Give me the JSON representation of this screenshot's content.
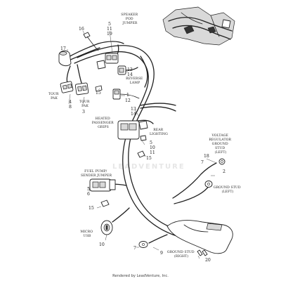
{
  "labels": {
    "speaker_pod_jumper": [
      "SPEAKER",
      "POD",
      "JUMPER"
    ],
    "tour_pak_left": [
      "TOUR",
      "PAK"
    ],
    "tour_pak_right": [
      "TOUR",
      "PAK"
    ],
    "reverse_lamp": [
      "REVERSE",
      "LAMP"
    ],
    "heated_passenger_grips": [
      "HEATED",
      "PASSENGER",
      "GRIPS"
    ],
    "rear_lighting": [
      "REAR",
      "LIGHTING"
    ],
    "voltage_regulator_ground_stud": [
      "VOLTAGE",
      "REGULATOR",
      "GROUND",
      "STUD",
      "(LEFT)"
    ],
    "ground_stud_left": [
      "GROUND STUD",
      "(LEFT)"
    ],
    "fuel_pump_sender_jumper": [
      "FUEL PUMP/",
      "SENDER JUMPER"
    ],
    "micro_usb": [
      "MICRO",
      "USB"
    ],
    "ground_stud_right": [
      "GROUND STUD",
      "(RIGHT)"
    ]
  },
  "callouts": {
    "c16": "16",
    "c5_top": "5",
    "c11_top": "11",
    "c19": "19",
    "c17": "17",
    "c12_a": "12",
    "c14_a": "14",
    "c15_a": "15",
    "c1": "1",
    "c12_b": "12",
    "c4": "4",
    "c8": "8",
    "c3": "3",
    "c13": "13",
    "c14_b": "14",
    "c5_mid": "5",
    "c10_mid": "10",
    "c11_mid": "11",
    "c15_b": "15",
    "c18": "18",
    "c7_top": "7",
    "c2": "2",
    "c5_low": "5",
    "c6": "6",
    "c15_c": "15",
    "c10_low": "10",
    "c7_low": "7",
    "c9": "9",
    "c20": "20"
  },
  "watermark": "LEADVENTURE",
  "footer": "Rendered by LeadVenture, Inc."
}
